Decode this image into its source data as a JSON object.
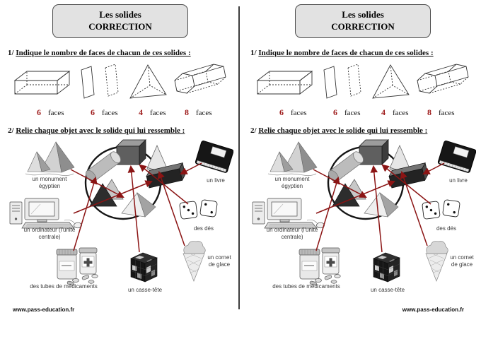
{
  "page": {
    "title_line1": "Les solides",
    "title_line2": "CORRECTION",
    "q1_label": "1/",
    "q1_text": "Indique le nombre de faces de chacun de ces solides :",
    "q2_label": "2/",
    "q2_text": "Relie chaque objet avec le solide qui lui ressemble :",
    "footer_url": "www.pass-education.fr"
  },
  "exercise1": {
    "solids": [
      "pavé droit",
      "boîte plate",
      "pyramide",
      "prisme hexagonal"
    ],
    "answers": [
      {
        "value": "6",
        "unit": "faces"
      },
      {
        "value": "6",
        "unit": "faces"
      },
      {
        "value": "4",
        "unit": "faces"
      },
      {
        "value": "8",
        "unit": "faces"
      }
    ]
  },
  "exercise2": {
    "labels": {
      "monument": "un monument égyptien",
      "livre": "un livre",
      "ordinateur": "un ordinateur (l'unité centrale)",
      "des": "des dés",
      "tubes": "des tubes de médicaments",
      "casse_tete": "un casse-tête",
      "cornet": "un cornet de glace"
    },
    "solids_in_circle": [
      "cube",
      "cône",
      "cylindre",
      "pavé droit",
      "pyramide sombre",
      "pyramide claire"
    ],
    "connections": [
      {
        "from": "un monument égyptien",
        "to": "pyramide"
      },
      {
        "from": "un livre",
        "to": "pavé droit"
      },
      {
        "from": "un ordinateur (l'unité centrale)",
        "to": "pavé droit"
      },
      {
        "from": "des dés",
        "to": "cube"
      },
      {
        "from": "des tubes de médicaments",
        "to": "cylindre"
      },
      {
        "from": "un casse-tête",
        "to": "cube"
      },
      {
        "from": "un cornet de glace",
        "to": "cône"
      }
    ]
  },
  "colors": {
    "answer_red": "#9e1b1b",
    "arrow_red": "#8b1414",
    "title_box_bg": "#e2e2e2",
    "title_box_border": "#4c4c4c"
  }
}
